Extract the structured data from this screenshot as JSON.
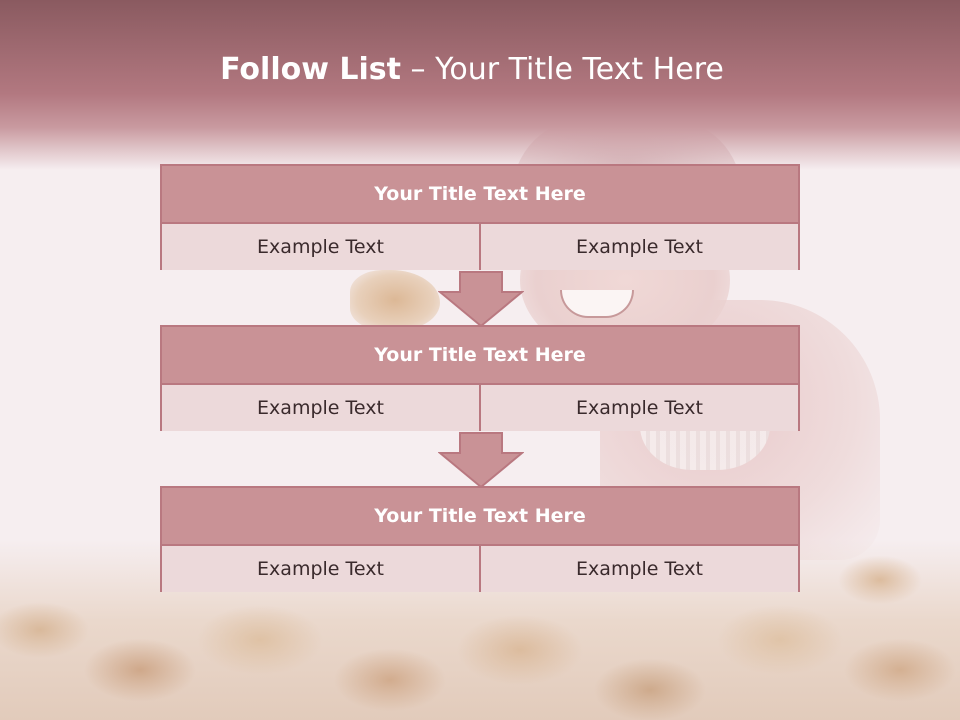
{
  "slide": {
    "title_bold": "Follow List",
    "title_rest": "– Your Title Text Here"
  },
  "colors": {
    "header_band": "#b27880",
    "box_head": "#c99296",
    "box_cell": "#ecd9da",
    "box_border": "#b97880"
  },
  "steps": [
    {
      "title": "Your Title Text Here",
      "left": "Example Text",
      "right": "Example Text"
    },
    {
      "title": "Your Title Text Here",
      "left": "Example Text",
      "right": "Example Text"
    },
    {
      "title": "Your Title Text Here",
      "left": "Example Text",
      "right": "Example Text"
    }
  ],
  "arrows": [
    "down-arrow-icon",
    "down-arrow-icon"
  ]
}
